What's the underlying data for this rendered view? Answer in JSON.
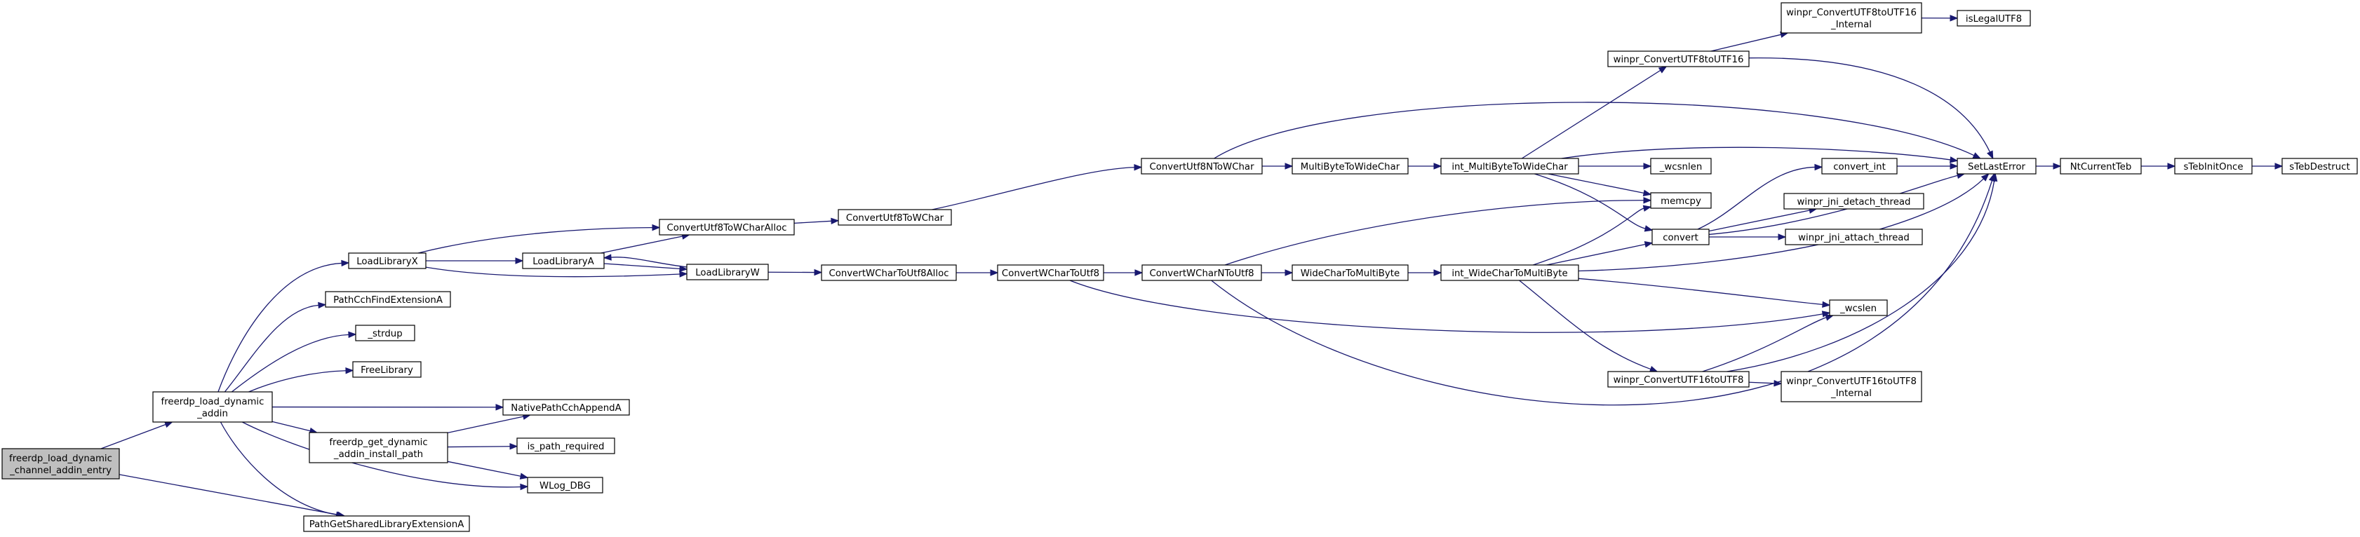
{
  "nodes": {
    "root": [
      "freerdp_load_dynamic",
      "_channel_addin_entry"
    ],
    "load_addin": [
      "freerdp_load_dynamic",
      "_addin"
    ],
    "LoadLibraryX": [
      "LoadLibraryX"
    ],
    "PathCchFindExtensionA": [
      "PathCchFindExtensionA"
    ],
    "strdup": [
      "_strdup"
    ],
    "FreeLibrary": [
      "FreeLibrary"
    ],
    "NativePathCchAppendA": [
      "NativePathCchAppendA"
    ],
    "get_install_path": [
      "freerdp_get_dynamic",
      "_addin_install_path"
    ],
    "is_path_required": [
      "is_path_required"
    ],
    "WLog_DBG": [
      "WLog_DBG"
    ],
    "PathGetSharedLibraryExtensionA": [
      "PathGetSharedLibraryExtensionA"
    ],
    "LoadLibraryA": [
      "LoadLibraryA"
    ],
    "ConvertUtf8ToWCharAlloc": [
      "ConvertUtf8ToWCharAlloc"
    ],
    "LoadLibraryW": [
      "LoadLibraryW"
    ],
    "ConvertUtf8ToWChar": [
      "ConvertUtf8ToWChar"
    ],
    "ConvertWCharToUtf8Alloc": [
      "ConvertWCharToUtf8Alloc"
    ],
    "ConvertWCharToUtf8": [
      "ConvertWCharToUtf8"
    ],
    "ConvertUtf8NToWChar": [
      "ConvertUtf8NToWChar"
    ],
    "ConvertWCharNToUtf8": [
      "ConvertWCharNToUtf8"
    ],
    "MultiByteToWideChar": [
      "MultiByteToWideChar"
    ],
    "WideCharToMultiByte": [
      "WideCharToMultiByte"
    ],
    "int_MultiByteToWideChar": [
      "int_MultiByteToWideChar"
    ],
    "int_WideCharToMultiByte": [
      "int_WideCharToMultiByte"
    ],
    "ConvertUTF8toUTF16": [
      "winpr_ConvertUTF8toUTF16"
    ],
    "ConvertUTF8toUTF16_Internal": [
      "winpr_ConvertUTF8toUTF16",
      "_Internal"
    ],
    "isLegalUTF8": [
      "isLegalUTF8"
    ],
    "wcsnlen": [
      "_wcsnlen"
    ],
    "memcpy": [
      "memcpy"
    ],
    "convert": [
      "convert"
    ],
    "convert_int": [
      "convert_int"
    ],
    "jni_detach": [
      "winpr_jni_detach_thread"
    ],
    "jni_attach": [
      "winpr_jni_attach_thread"
    ],
    "wcslen": [
      "_wcslen"
    ],
    "ConvertUTF16toUTF8": [
      "winpr_ConvertUTF16toUTF8"
    ],
    "ConvertUTF16toUTF8_Internal": [
      "winpr_ConvertUTF16toUTF8",
      "_Internal"
    ],
    "SetLastError": [
      "SetLastError"
    ],
    "NtCurrentTeb": [
      "NtCurrentTeb"
    ],
    "sTebInitOnce": [
      "sTebInitOnce"
    ],
    "sTebDestruct": [
      "sTebDestruct"
    ]
  },
  "colors": {
    "edge": "#191970",
    "root_fill": "#bfbfbf",
    "node_fill": "#ffffff",
    "node_border": "#000000"
  }
}
